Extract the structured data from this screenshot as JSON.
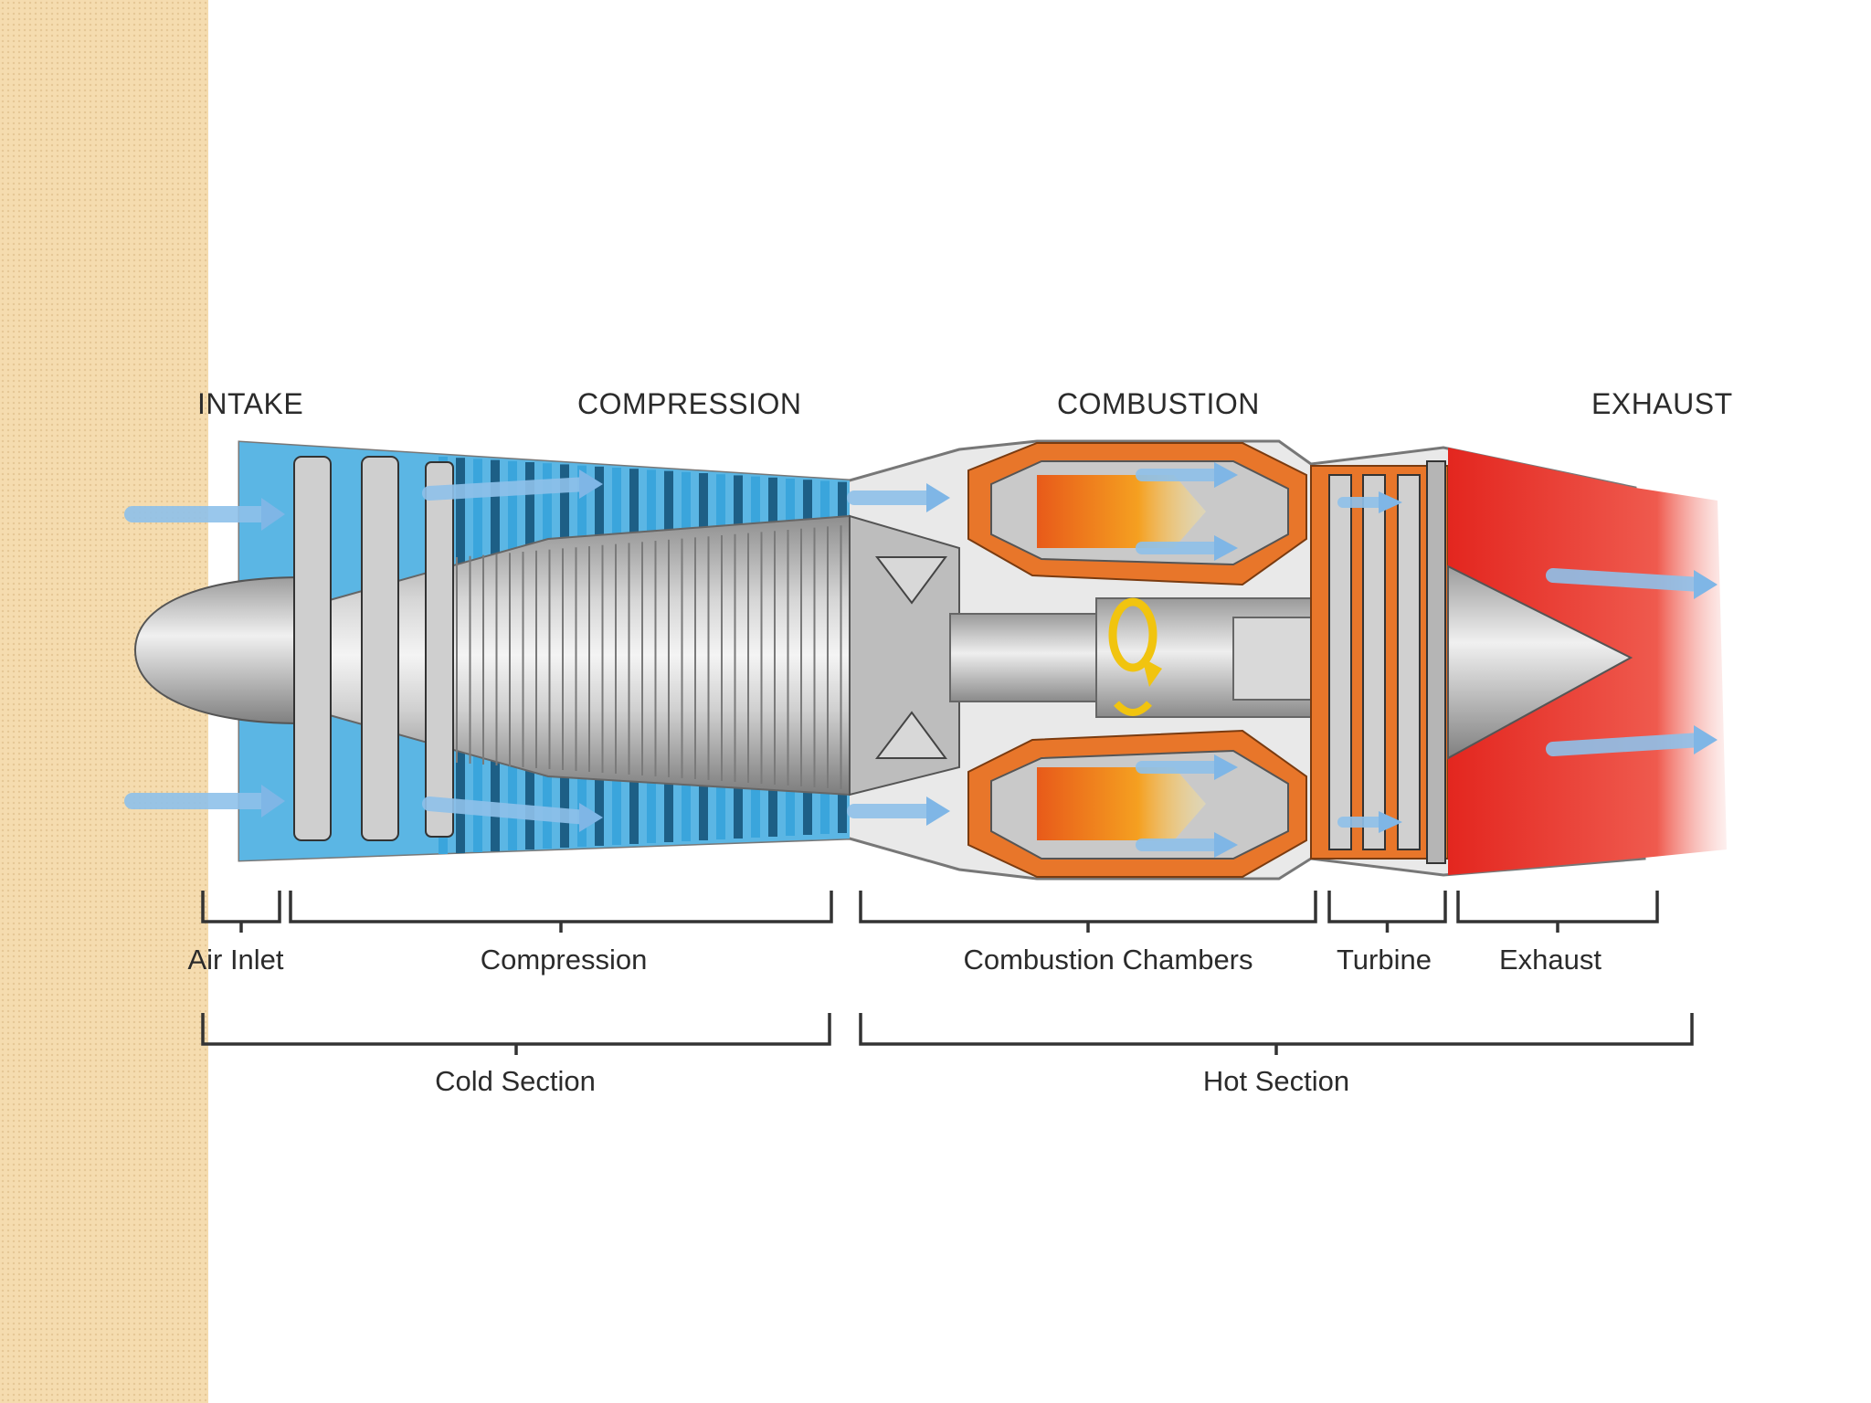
{
  "stages": {
    "intake": "INTAKE",
    "compression": "COMPRESSION",
    "combustion": "COMBUSTION",
    "exhaust": "EXHAUST"
  },
  "parts": {
    "air_inlet": "Air Inlet",
    "compression": "Compression",
    "combustion_chambers": "Combustion Chambers",
    "turbine": "Turbine",
    "exhaust": "Exhaust"
  },
  "sections": {
    "cold": "Cold Section",
    "hot": "Hot Section"
  },
  "colors": {
    "airflow": "#8fc1ea",
    "compressor_blue": "#4fb0e0",
    "casing_gray": "#b9b9b9",
    "combustion_orange": "#e8762a",
    "exhaust_red": "#e52a23",
    "rotation_arrow": "#f1c40f"
  }
}
